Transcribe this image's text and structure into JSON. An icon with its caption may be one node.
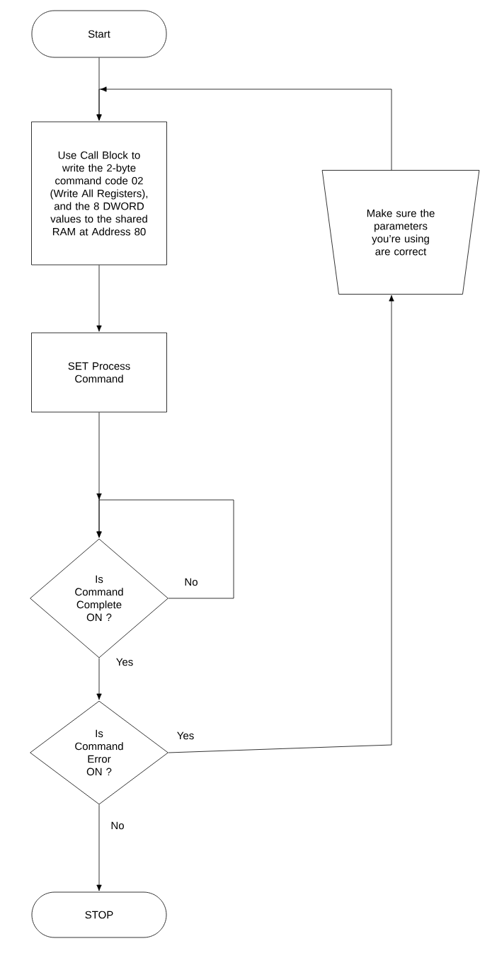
{
  "diagram": {
    "nodes": [
      {
        "text": [
          "Start"
        ]
      },
      {
        "text": [
          "Use Call Block to write the 2-byte command code 02 (Write All Registers), and the 8 DWORD values to the shared RAM at Address 80"
        ]
      },
      {
        "text": [
          "SET Process Command"
        ]
      },
      {
        "text": [
          "Is Command Complete ON ?"
        ]
      },
      {
        "text": [
          "Is Command Error ON ?"
        ]
      },
      {
        "text": [
          "STOP"
        ]
      },
      {
        "text": [
          "Make sure the parameters you’re using are correct"
        ]
      }
    ],
    "edges": [
      {
        "from": 0,
        "to": 1,
        "arrow": "to"
      },
      {
        "from": 1,
        "to": 2,
        "arrow": "to"
      },
      {
        "from": 2,
        "to": 3,
        "arrow": "to"
      },
      {
        "from": 3,
        "to": 3,
        "label": "No",
        "arrow": "to"
      },
      {
        "from": 3,
        "to": 4,
        "label": "Yes",
        "arrow": "to"
      },
      {
        "from": 4,
        "to": 6,
        "label": "Yes",
        "arrow": "to"
      },
      {
        "from": 4,
        "to": 5,
        "label": "No",
        "arrow": "to"
      },
      {
        "from": 6,
        "to": 1,
        "arrow": "to"
      }
    ]
  }
}
